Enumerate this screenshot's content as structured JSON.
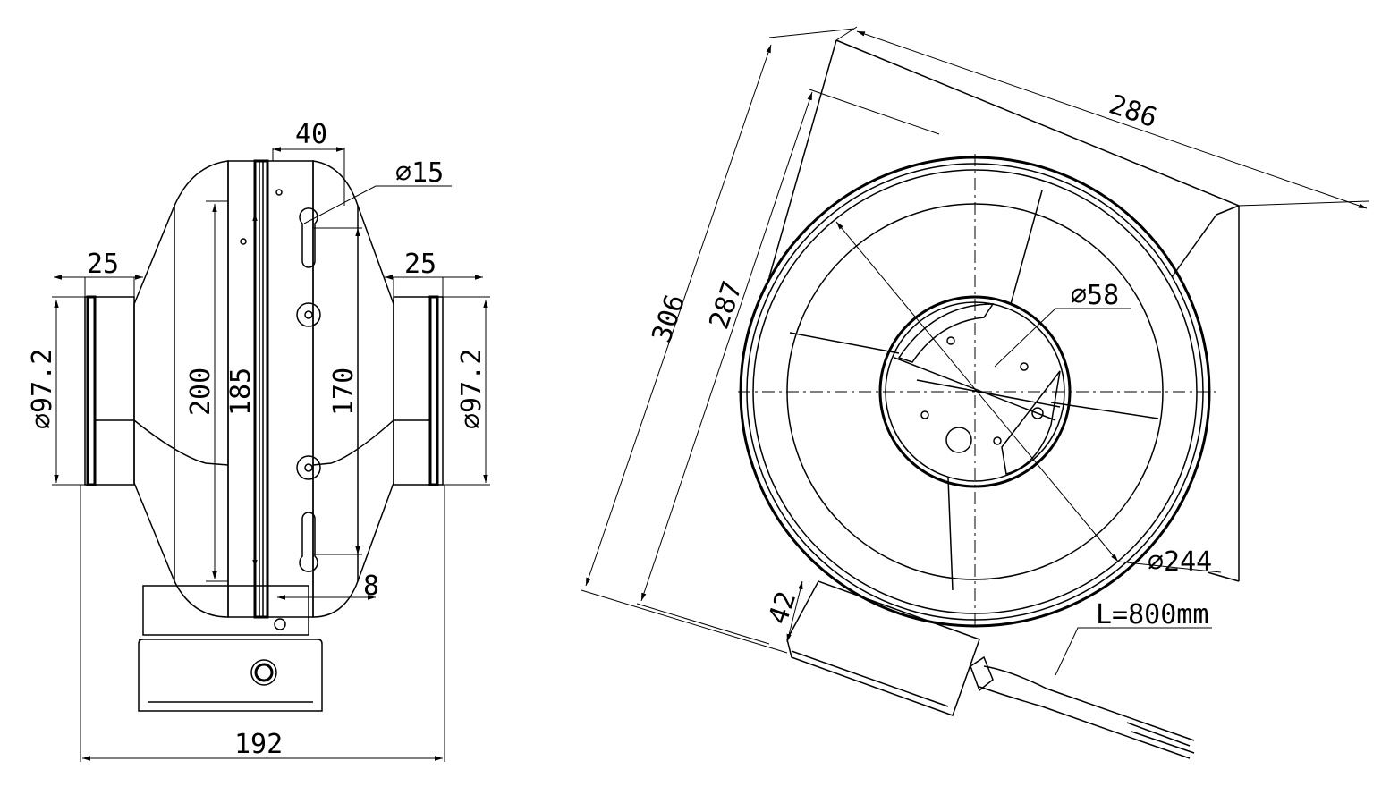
{
  "side_view": {
    "dim_40": "40",
    "dim_hole": "⌀15",
    "dim_25_left": "25",
    "dim_25_right": "25",
    "dim_dia_left": "⌀97.2",
    "dim_dia_right": "⌀97.2",
    "dim_200": "200",
    "dim_185": "185",
    "dim_170": "170",
    "dim_8": "8",
    "dim_192": "192"
  },
  "front_view": {
    "dim_286": "286",
    "dim_306": "306",
    "dim_287": "287",
    "dim_58": "⌀58",
    "dim_244": "⌀244",
    "dim_42": "42",
    "cable_length": "L=800mm"
  }
}
